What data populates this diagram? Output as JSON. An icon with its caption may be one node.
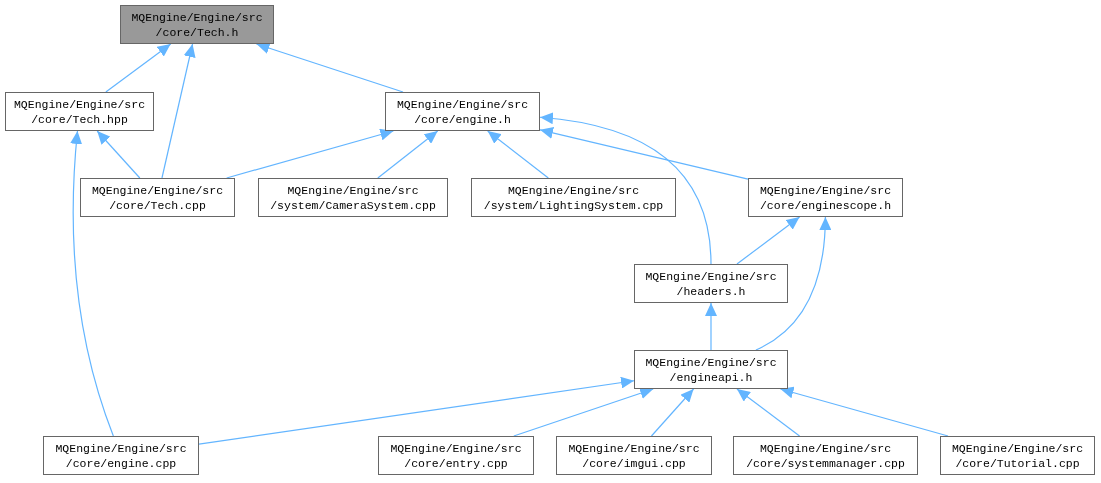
{
  "diagram": {
    "nodes": [
      {
        "text": [
          "MQEngine/Engine/src /core/Tech.h"
        ]
      },
      {
        "text": [
          "MQEngine/Engine/src /core/Tech.hpp"
        ]
      },
      {
        "text": [
          "MQEngine/Engine/src /core/engine.h"
        ]
      },
      {
        "text": [
          "MQEngine/Engine/src /core/Tech.cpp"
        ]
      },
      {
        "text": [
          "MQEngine/Engine/src /system/CameraSystem.cpp"
        ]
      },
      {
        "text": [
          "MQEngine/Engine/src /system/LightingSystem.cpp"
        ]
      },
      {
        "text": [
          "MQEngine/Engine/src /core/enginescope.h"
        ]
      },
      {
        "text": [
          "MQEngine/Engine/src /headers.h"
        ]
      },
      {
        "text": [
          "MQEngine/Engine/src /engineapi.h"
        ]
      },
      {
        "text": [
          "MQEngine/Engine/src /core/engine.cpp"
        ]
      },
      {
        "text": [
          "MQEngine/Engine/src /core/entry.cpp"
        ]
      },
      {
        "text": [
          "MQEngine/Engine/src /core/imgui.cpp"
        ]
      },
      {
        "text": [
          "MQEngine/Engine/src /core/systemmanager.cpp"
        ]
      },
      {
        "text": [
          "MQEngine/Engine/src /core/Tutorial.cpp"
        ]
      }
    ],
    "edges": [
      {
        "from": 1,
        "to": 0,
        "arrow": "to"
      },
      {
        "from": 3,
        "to": 0,
        "arrow": "to"
      },
      {
        "from": 2,
        "to": 0,
        "arrow": "to"
      },
      {
        "from": 3,
        "to": 1,
        "arrow": "to"
      },
      {
        "from": 9,
        "to": 1,
        "arrow": "to"
      },
      {
        "from": 3,
        "to": 2,
        "arrow": "to"
      },
      {
        "from": 4,
        "to": 2,
        "arrow": "to"
      },
      {
        "from": 5,
        "to": 2,
        "arrow": "to"
      },
      {
        "from": 6,
        "to": 2,
        "arrow": "to"
      },
      {
        "from": 7,
        "to": 2,
        "arrow": "to"
      },
      {
        "from": 7,
        "to": 6,
        "arrow": "to"
      },
      {
        "from": 8,
        "to": 6,
        "arrow": "to"
      },
      {
        "from": 8,
        "to": 7,
        "arrow": "to"
      },
      {
        "from": 9,
        "to": 8,
        "arrow": "to"
      },
      {
        "from": 10,
        "to": 8,
        "arrow": "to"
      },
      {
        "from": 11,
        "to": 8,
        "arrow": "to"
      },
      {
        "from": 12,
        "to": 8,
        "arrow": "to"
      },
      {
        "from": 13,
        "to": 8,
        "arrow": "to"
      }
    ]
  }
}
